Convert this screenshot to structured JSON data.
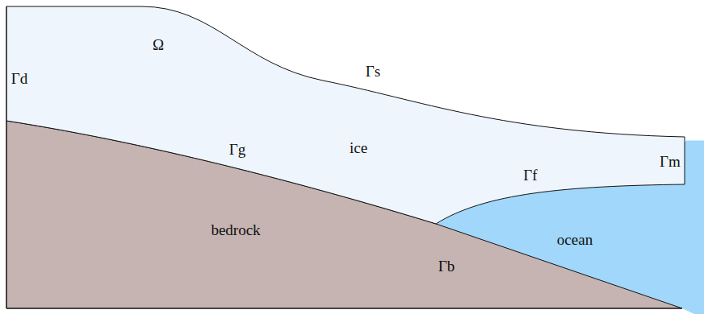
{
  "diagram": {
    "labels": [
      "Γd",
      "Ω",
      "Γs",
      "ice",
      "Γg",
      "Γf",
      "Γm",
      "bedrock",
      "Γb",
      "ocean"
    ]
  }
}
